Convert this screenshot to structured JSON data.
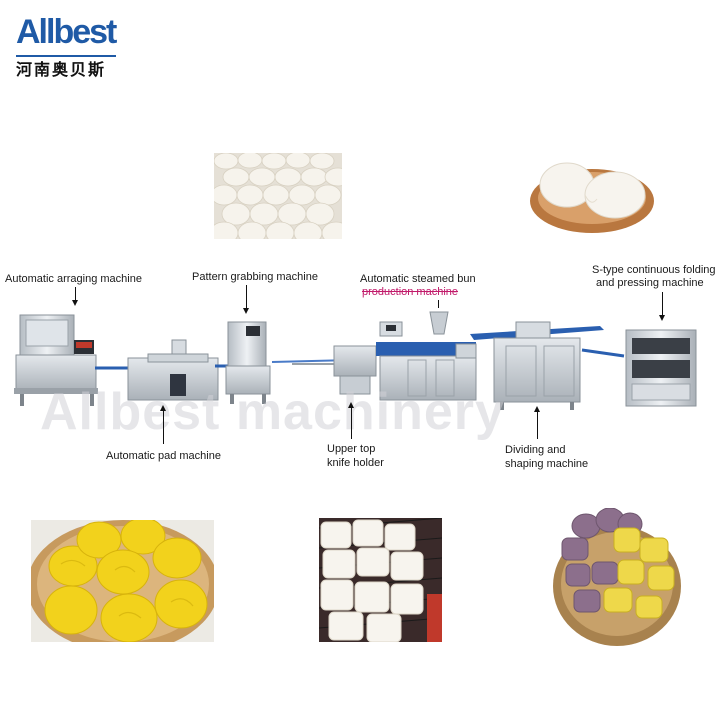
{
  "logo": {
    "brand": "Allbest",
    "chinese": "河南奥贝斯"
  },
  "watermark": "Allbest machinery",
  "labels": {
    "arranging": "Automatic arraging machine",
    "pattern": "Pattern grabbing machine",
    "steamed": "Automatic steamed bun",
    "steamed_line2": "production machine",
    "stype": "S-type continuous folding",
    "stype_line2": "and pressing machine",
    "pad": "Automatic pad machine",
    "knife": "Upper top",
    "knife_line2": "knife holder",
    "dividing": "Dividing and",
    "dividing_line2": "shaping machine"
  },
  "colors": {
    "brand_blue": "#1f5aa6",
    "bun_white": "#f3efe6",
    "bun_yellow": "#f2d21c",
    "bun_purple": "#8c6f8c",
    "steel": "#c9ced4",
    "wood": "#c98a55"
  }
}
